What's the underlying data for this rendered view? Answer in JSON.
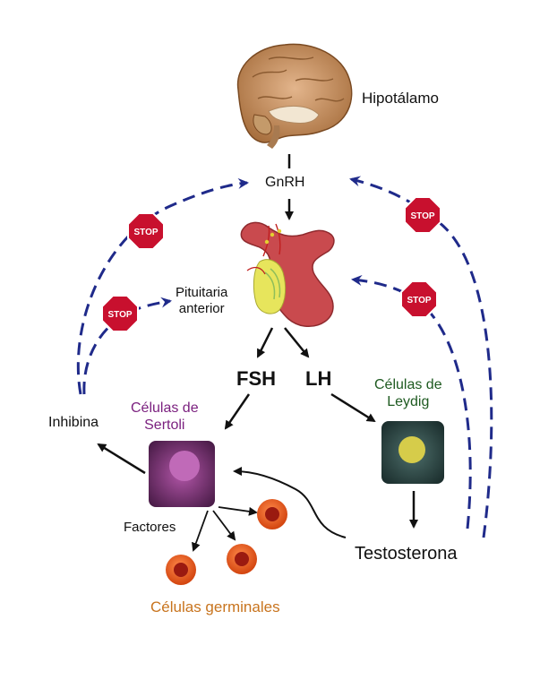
{
  "labels": {
    "hipotalamo": "Hipotálamo",
    "gnrh": "GnRH",
    "pituitaria_line1": "Pituitaria",
    "pituitaria_line2": "anterior",
    "fsh": "FSH",
    "lh": "LH",
    "sertoli_line1": "Células de",
    "sertoli_line2": "Sertoli",
    "leydig_line1": "Células de",
    "leydig_line2": "Leydig",
    "inhibina": "Inhibina",
    "factores": "Factores",
    "testosterona": "Testosterona",
    "germinales": "Células germinales"
  },
  "stop_signs": {
    "text": "STOP"
  },
  "colors": {
    "feedback_arrows": "#1f2a8a",
    "stop_sign": "#c8102e",
    "sertoli_cell": "#7c2f79",
    "leydig_cell": "#2b4a48",
    "germ_cell": "#e8541c",
    "sertoli_label": "#7a1f7e",
    "leydig_label": "#1e5a20",
    "germinal_label": "#c8741e"
  }
}
